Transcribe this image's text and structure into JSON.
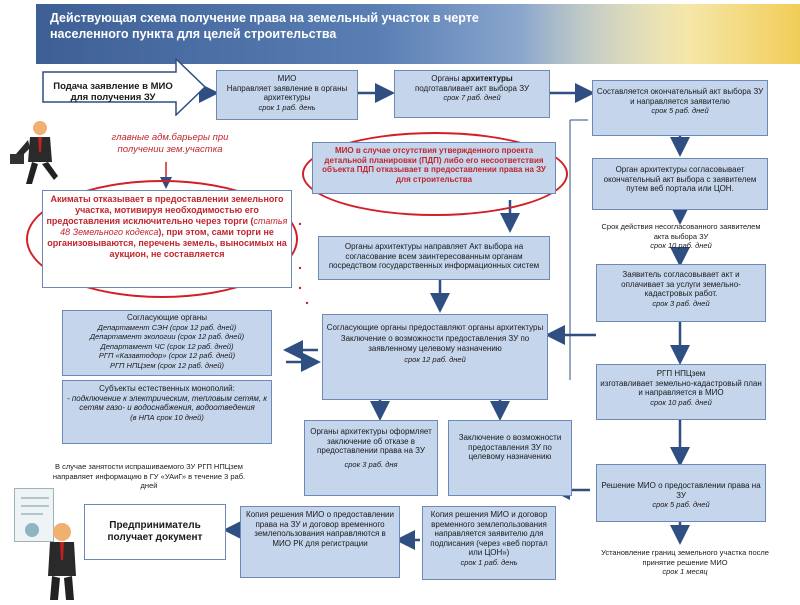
{
  "header": {
    "title": "Действующая схема получение  права на земельный участок в черте населенного пункта  для целей строительства"
  },
  "boxes": {
    "apply": "Подача заявление в МИО для получения ЗУ",
    "mio1_title": "МИО",
    "mio1_text": "Направляет заявление в органы архитектуры",
    "mio1_term": "срок 1 раб. день",
    "arch1_title_a": "Органы ",
    "arch1_title_b": "архитектуры",
    "arch1_text": "подготавливает акт выбора ЗУ",
    "arch1_term": "срок 7 раб. дней",
    "final_act": "Составляется окончательный акт выбора ЗУ и направляется заявителю",
    "final_act_term": "срок 5 раб. дней",
    "barriers": "главные адм.барьеры при получении зем.участка",
    "mio_pdp": "МИО в случае отсутствия утвержденного проекта детальной планировки (ПДП) либо его несоответствия объекта ПДП отказывает в предоставлении права на ЗУ для строительства",
    "akimats_a": "Акиматы  отказывает в предоставлении земельного участка, мотивируя необходимостью его предоставления исключительно через торги (",
    "akimats_b": "статья 48 Земельного кодекса",
    "akimats_c": "), при этом, сами торги не организовываются, перечень земель, выносимых на аукцион, не составляется",
    "arch_agree": "Орган архитектуры согласовывает окончательный акт выбора с заявителем путем веб портала или ЦОН.",
    "notice_term_text": "Срок действия несогласованного заявителем акта выбора ЗУ",
    "notice_term": "срок 10 раб. дней",
    "arch_send": "Органы архитектуры направляет Акт выбора на согласование всем заинтересованным органам посредством государственных информационных систем",
    "pay": "Заявитель согласовывает акт и оплачивает за услуги земельно-кадастровых работ.",
    "pay_term": "срок 3 раб. дней",
    "agencies_title": "Согласующие органы",
    "agencies": [
      "Департамент  СЭН (срок 12 раб. дней)",
      "Департамент экологии (срок 12 раб. дней)",
      "Департамент ЧС (срок 12 раб. дней)",
      "РГП «Казавтодор» (срок 12 раб. дней)",
      "РГП НПЦзем  (срок 12 раб. дней)"
    ],
    "agree_organs": "Согласующие органы предоставляют органы архитектуры Заключение о возможности предоставления ЗУ по заявленному целевому назначению",
    "agree_organs_term": "срок 12 раб. дней",
    "rgp_title": "РГП НПЦзем",
    "rgp_text": "изготавливает земельно-кадастровый план и направляется  в МИО",
    "rgp_term": "срок 10 раб. дней",
    "monopoly_title": "Субъекты естественных монополий:",
    "monopoly_text": "- подключение к электрическим, тепловым сетям, к сетям газо- и водоснабжения, водоотведения",
    "monopoly_term": "(в НПА срок 10 дней)",
    "refusal": "Органы архитектуры оформляет заключение об отказе в предоставлении права на ЗУ",
    "refusal_term": "срок 3 раб. дня",
    "possibility": "Заключение о возможности предоставления ЗУ по целевому назначению",
    "busy_note": "В случае занятости испрашиваемого ЗУ РГП НПЦзем  направляет информацию в ГУ «УАиГ» в течение 3 раб. дней",
    "decision": "Решение МИО о предоставлении права на ЗУ",
    "decision_term": "срок 5 раб. дней",
    "entrepreneur": "Предприниматель получает документ",
    "copy": "Копия решения МИО о предоставлении права на ЗУ и договор временного землепользования направляются в МИО РК для регистрации",
    "copy_send": "Копия решения МИО и договор временного землепользования направляется заявителю для подписания (через «веб портал или ЦОН»)",
    "copy_send_term": "срок 1 раб. день",
    "boundary": "Установление границ земельного участка после принятие решение МИО",
    "boundary_term": "срок 1 месяц"
  },
  "colors": {
    "box_fill": "#c5d5ec",
    "box_border": "#6d8ab6",
    "arrow": "#3a5a8c",
    "red": "#d12027"
  }
}
